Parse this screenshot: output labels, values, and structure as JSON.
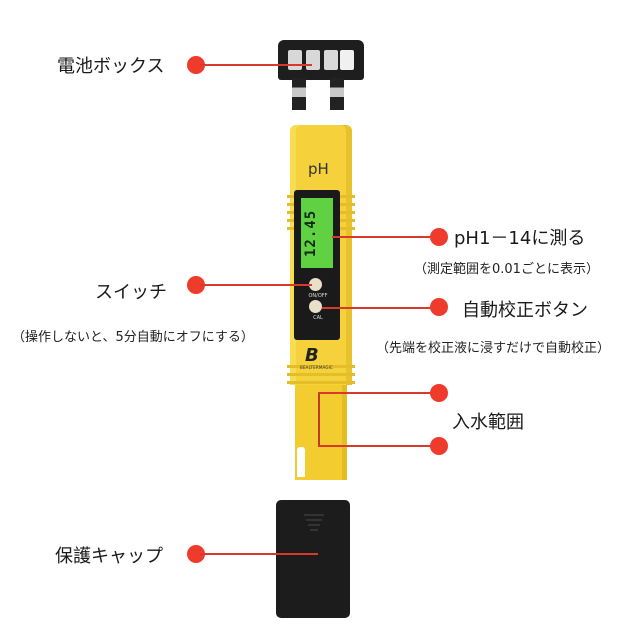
{
  "device": {
    "display_label": "pH",
    "lcd_value": "12.45",
    "button_on_off": "ON/OFF",
    "button_cal": "CAL",
    "brand": "BEALTERMAGIC",
    "accent_color": "#ef3b2c",
    "body_color": "#f5d23c",
    "lcd_color": "#5fd143"
  },
  "callouts": [
    {
      "id": "battery-box",
      "label": "電池ボックス",
      "note": ""
    },
    {
      "id": "ph-range",
      "label": "pH1－14に測る",
      "note": "（測定範囲を0.01ごとに表示）"
    },
    {
      "id": "switch",
      "label": "スイッチ",
      "note": "（操作しないと、5分自動にオフにする）"
    },
    {
      "id": "auto-calibration",
      "label": "自動校正ボタン",
      "note": "（先端を校正液に浸すだけで自動校正）"
    },
    {
      "id": "water-range",
      "label": "入水範囲",
      "note": ""
    },
    {
      "id": "protective-cap",
      "label": "保護キャップ",
      "note": ""
    }
  ]
}
